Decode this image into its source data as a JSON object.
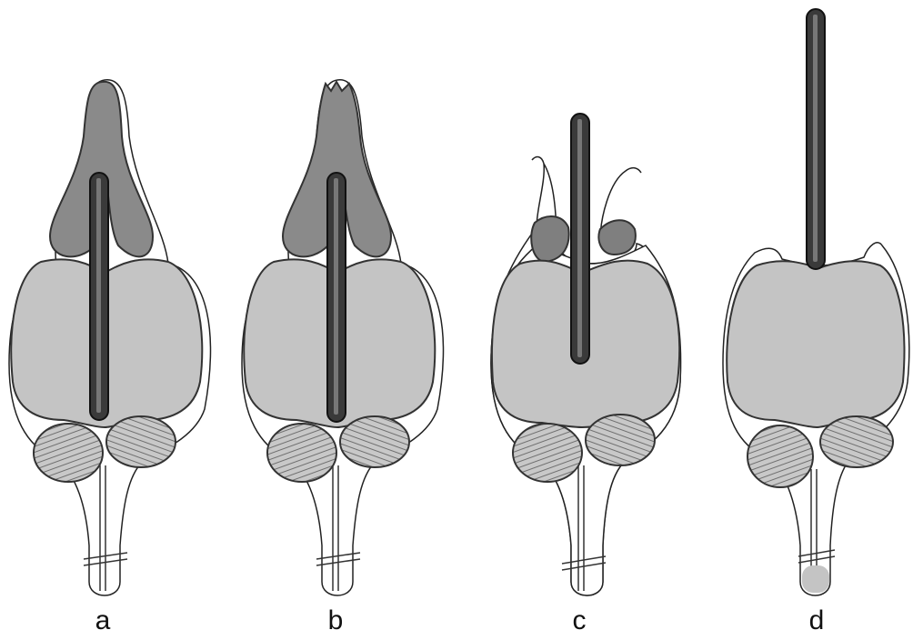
{
  "figure": {
    "colors": {
      "background": "#ffffff",
      "stippled_tissue": "#c4c4c4",
      "dark_tissue": "#8a8a8a",
      "probe": "#3a3a3a",
      "outline": "#222222",
      "muscle_bundle": "#b2b2b2"
    },
    "panels": [
      {
        "label": "a"
      },
      {
        "label": "b"
      },
      {
        "label": "c"
      },
      {
        "label": "d"
      }
    ]
  }
}
